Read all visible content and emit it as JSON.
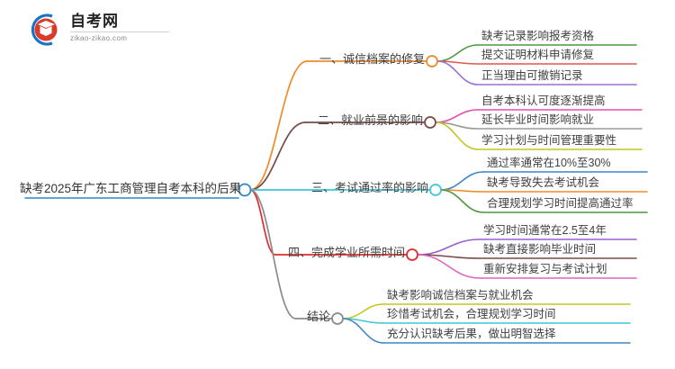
{
  "logo": {
    "name": "zikao-logo",
    "title": "自考网",
    "subtitle": "zikao-zikao.com",
    "mark_blue": "#1a73c4",
    "mark_red": "#d93a2b"
  },
  "mindmap": {
    "root": {
      "label": "缺考2025年广东工商管理自考本科的后果",
      "color": "#2f86c5"
    },
    "branches": [
      {
        "label": "一、诚信档案的修复",
        "color": "#ef8b2c",
        "children": [
          {
            "label": "缺考记录影响报考资格",
            "color": "#4a9a3c"
          },
          {
            "label": "提交证明材料申请修复",
            "color": "#e0574f"
          },
          {
            "label": "正当理由可撤销记录",
            "color": "#9b6fd1"
          }
        ]
      },
      {
        "label": "二、就业前景的影响",
        "color": "#7a4a44",
        "children": [
          {
            "label": "自考本科认可度逐渐提高",
            "color": "#e84fa8"
          },
          {
            "label": "延长毕业时间影响就业",
            "color": "#9a9a9a"
          },
          {
            "label": "学习计划与时间管理重要性",
            "color": "#c6c420"
          }
        ]
      },
      {
        "label": "三、考试通过率的影响",
        "color": "#3fc6d8",
        "children": [
          {
            "label": "通过率通常在10%至30%",
            "color": "#3d85c8"
          },
          {
            "label": "缺考导致失去考试机会",
            "color": "#ef8b2c"
          },
          {
            "label": "合理规划学习时间提高通过率",
            "color": "#4a9a3c"
          }
        ]
      },
      {
        "label": "四、完成学业所需时间",
        "color": "#e02b2b",
        "children": [
          {
            "label": "学习时间通常在2.5至4年",
            "color": "#9b5fd1"
          },
          {
            "label": "缺考直接影响毕业时间",
            "color": "#7a4a44"
          },
          {
            "label": "重新安排复习与考试计划",
            "color": "#e063c0"
          }
        ]
      },
      {
        "label": "结论",
        "color": "#8a8a8a",
        "children": [
          {
            "label": "缺考影响诚信档案与就业机会",
            "color": "#c6c420"
          },
          {
            "label": "珍惜考试机会，合理规划学习时间",
            "color": "#3fc6d8"
          },
          {
            "label": "充分认识缺考后果，做出明智选择",
            "color": "#3d85c8"
          }
        ]
      }
    ]
  }
}
